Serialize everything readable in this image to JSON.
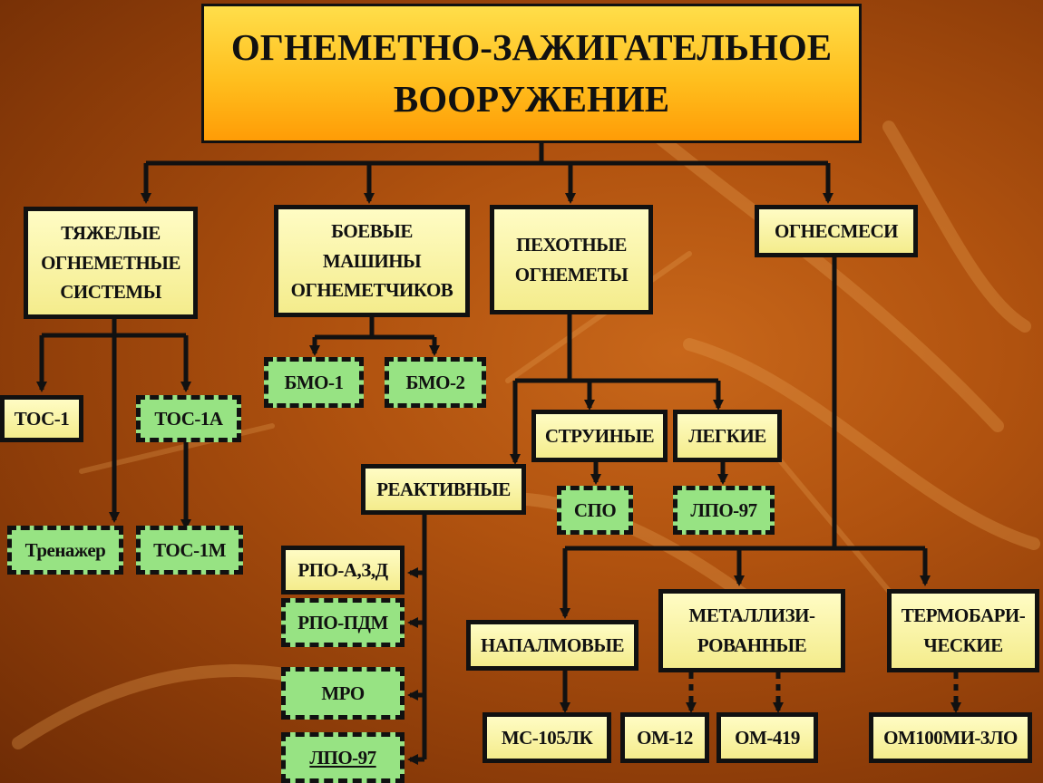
{
  "title": "ОГНЕМЕТНО-ЗАЖИГАТЕЛЬНОЕ\nВООРУЖЕНИЕ",
  "categories": {
    "heavy": "ТЯЖЕЛЫЕ\nОГНЕМЕТНЫЕ\nСИСТЕМЫ",
    "vehicles": "БОЕВЫЕ\nМАШИНЫ\nОГНЕМЕТЧИКОВ",
    "infantry": "ПЕХОТНЫЕ\nОГНЕМЕТЫ",
    "mixtures": "ОГНЕСМЕСИ"
  },
  "heavy_items": {
    "tos1": "ТОС-1",
    "tos1a": "ТОС-1А",
    "trainer": "Тренажер",
    "tos1m": "ТОС-1М"
  },
  "vehicle_items": {
    "bmo1": "БМО-1",
    "bmo2": "БМО-2"
  },
  "infantry_types": {
    "reactive": "РЕАКТИВНЫЕ",
    "jet": "СТРУИНЫЕ",
    "light": "ЛЕГКИЕ"
  },
  "infantry_items": {
    "spo": "СПО",
    "lpo97_light": "ЛПО-97",
    "rpo_azd": "РПО-А,З,Д",
    "rpo_pdm": "РПО-ПДМ",
    "mro": "МРО",
    "lpo97": "ЛПО-97"
  },
  "mixture_types": {
    "napalm": "НАПАЛМОВЫЕ",
    "metal": "МЕТАЛЛИЗИ-\nРОВАННЫЕ",
    "thermo": "ТЕРМОБАРИ-\nЧЕСКИЕ"
  },
  "mixture_items": {
    "ms105": "МС-105ЛК",
    "om12": "ОМ-12",
    "om419": "ОМ-419",
    "om100": "ОМ100МИ-3ЛО"
  },
  "colors": {
    "background": "#b0520f",
    "title_fill": "#ffbf1e",
    "node_fill": "#f7f0a0",
    "prospective_fill": "#97e383",
    "line": "#111111"
  }
}
